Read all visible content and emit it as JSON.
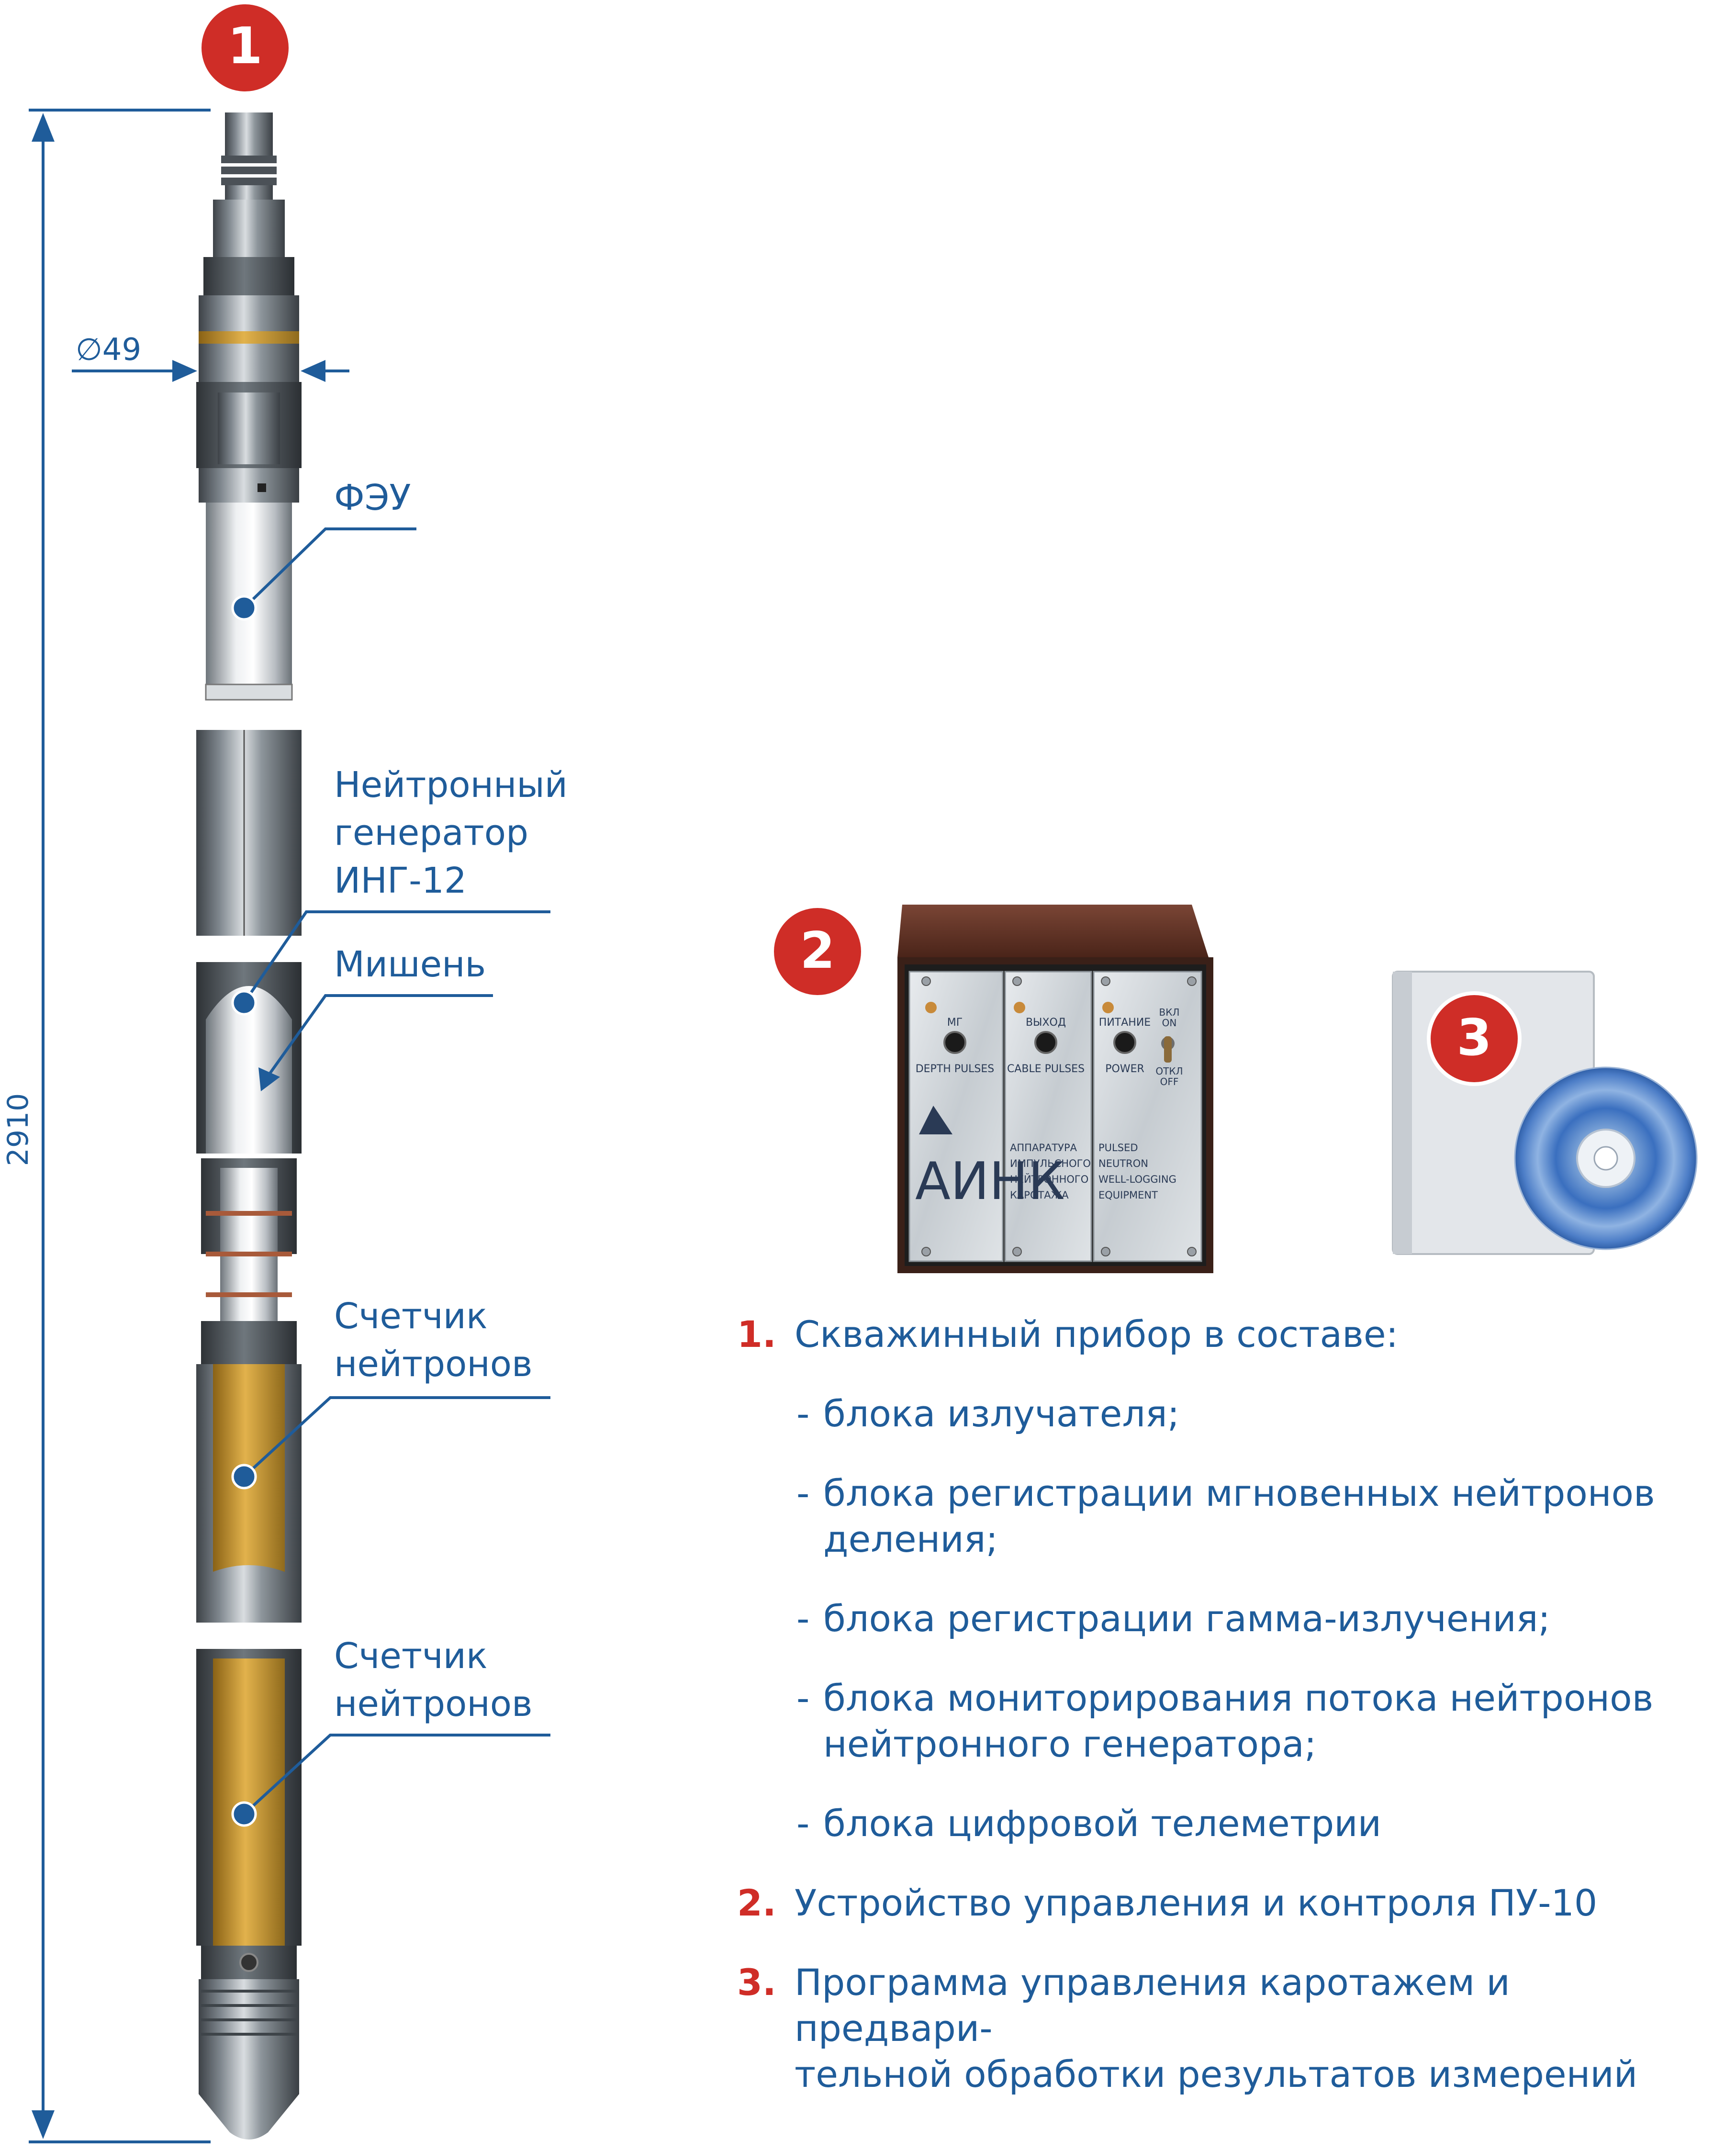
{
  "markers": {
    "m1": "1",
    "m2": "2",
    "m3": "3"
  },
  "dimensions": {
    "diameter": "∅49",
    "length": "2910"
  },
  "labels": {
    "feu": "ФЭУ",
    "generator": [
      "Нейтронный",
      "генератор",
      "ИНГ-12"
    ],
    "target": "Мишень",
    "counter1": [
      "Счетчик",
      "нейтронов"
    ],
    "counter2": [
      "Счетчик",
      "нейтронов"
    ]
  },
  "panel": {
    "modules": [
      {
        "top": "МГ",
        "bottom": "DEPTH PULSES"
      },
      {
        "top": "ВЫХОД",
        "bottom": "CABLE PULSES"
      },
      {
        "top": "ПИТАНИЕ",
        "bottom": "POWER"
      }
    ],
    "switch_on": [
      "ВКЛ",
      "ON"
    ],
    "switch_off": [
      "ОТКЛ",
      "OFF"
    ],
    "brand": "АИНК",
    "ru_caption": [
      "АППАРАТУРА",
      "ИМПУЛЬСНОГО",
      "НЕЙТРОННОГО",
      "КАРОТАЖА"
    ],
    "en_caption": [
      "PULSED",
      "NEUTRON",
      "WELL-LOGGING",
      "EQUIPMENT"
    ]
  },
  "list": {
    "item1_num": "1.",
    "item1_text": "Скважинный прибор в составе:",
    "dash": "-",
    "subitems": [
      [
        "блока излучателя;"
      ],
      [
        "блока регистрации мгновенных нейтронов",
        "деления;"
      ],
      [
        "блока регистрации гамма-излучения;"
      ],
      [
        "блока мониторирования потока нейтронов",
        "нейтронного генератора;"
      ],
      [
        "блока цифровой телеметрии"
      ]
    ],
    "item2_num": "2.",
    "item2_text": "Устройство управления и контроля ПУ-10",
    "item3_num": "3.",
    "item3_lines": [
      "Программа управления каротажем и предвари-",
      "тельной обработки результатов измерений"
    ]
  },
  "colors": {
    "blue": "#1f5c9a",
    "red": "#cf2d27",
    "gold": "#c99a2e",
    "panel_brown": "#6b3a2c"
  }
}
